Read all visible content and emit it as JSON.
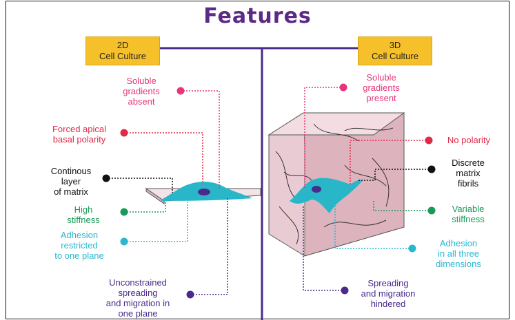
{
  "title": "Features",
  "left_header": {
    "line1": "2D",
    "line2": "Cell Culture"
  },
  "right_header": {
    "line1": "3D",
    "line2": "Cell Culture"
  },
  "left_features": [
    {
      "lines": [
        "Soluble",
        "gradients",
        "absent"
      ]
    },
    {
      "lines": [
        "Forced apical",
        "basal polarity"
      ]
    },
    {
      "lines": [
        "Continous",
        "layer",
        "of matrix"
      ]
    },
    {
      "lines": [
        "High",
        "stiffness"
      ]
    },
    {
      "lines": [
        "Adhesion",
        "restricted",
        "to one plane"
      ]
    },
    {
      "lines": [
        "Unconstrained",
        "spreading",
        "and migration in",
        "one plane"
      ]
    }
  ],
  "right_features": [
    {
      "lines": [
        "Soluble",
        "gradients",
        "present"
      ]
    },
    {
      "lines": [
        "No polarity"
      ]
    },
    {
      "lines": [
        "Discrete",
        "matrix",
        "fibrils"
      ]
    },
    {
      "lines": [
        "Variable",
        "stiffness"
      ]
    },
    {
      "lines": [
        "Adhesion",
        "in all three",
        "dimensions"
      ]
    },
    {
      "lines": [
        "Spreading",
        "and migration",
        "hindered"
      ]
    }
  ],
  "colors": {
    "title": "#5b2a86",
    "divider": "#4a2a8a",
    "header_fill": "#f6c02a",
    "pink": "#e8357a",
    "red": "#e02a4a",
    "black": "#111111",
    "green": "#1a9a58",
    "cyan": "#2ab7cf",
    "purple": "#4a2a8a",
    "cell": "#29b6c9",
    "cube_front": "#e9ccd3",
    "cube_side": "#d9a9b6"
  }
}
